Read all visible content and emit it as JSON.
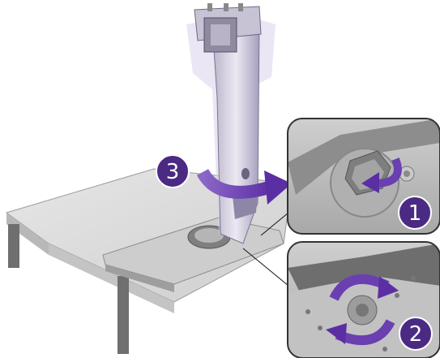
{
  "steps": [
    {
      "label": "3"
    },
    {
      "label": "1"
    },
    {
      "label": "2"
    }
  ],
  "colors": {
    "step_badge": "#4b2a83",
    "arrow_purple": "#6a3fb0",
    "arrow_purple_light": "#8b67c8",
    "table_top": "#dcdcdc",
    "table_edge": "#bdbdbd",
    "inset_bg": "#d6d6d6",
    "inset_border": "#333333"
  },
  "icons": [
    "rotate-arrow-icon",
    "counterclockwise-rotate-icon",
    "curved-arrow-icon"
  ]
}
